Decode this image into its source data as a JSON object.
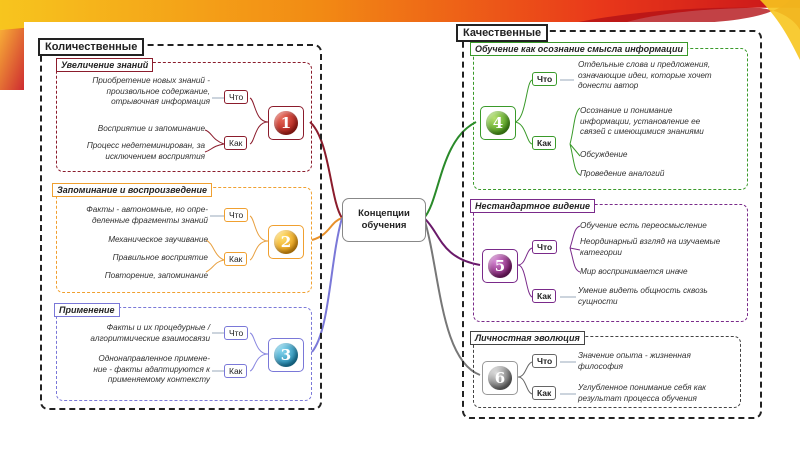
{
  "center": {
    "line1": "Концепции",
    "line2": "обучения"
  },
  "colors": {
    "banner_red": "#c8141a",
    "banner_orange": "#f07a10",
    "banner_yellow": "#f7c51e",
    "knowledge": "#8b1c2c",
    "memorize": "#f0a030",
    "apply": "#7a78d8",
    "meaning": "#3a9a2a",
    "vision": "#7a2a8a",
    "evolution": "#555555"
  },
  "quantitative": {
    "title": "Количественные",
    "groups": [
      {
        "title": "Увеличение знаний",
        "number": "1",
        "what_label": "Что",
        "how_label": "Как",
        "what": [
          "Приобретение новых знаний -",
          "произвольное содержание,",
          "отрывочная информация"
        ],
        "how": [
          [
            "Восприятие и запоминание"
          ],
          [
            "Процесс недетеминирован, за",
            "исключением восприятия"
          ]
        ]
      },
      {
        "title": "Запоминание и воспроизведение",
        "number": "2",
        "what_label": "Что",
        "how_label": "Как",
        "what": [
          "Факты - автономные, но опре-",
          "деленные фрагменты знаний"
        ],
        "how": [
          [
            "Механическое заучивание"
          ],
          [
            "Правильное восприятие"
          ],
          [
            "Повторение, запоминание"
          ]
        ]
      },
      {
        "title": "Применение",
        "number": "3",
        "what_label": "Что",
        "how_label": "Как",
        "what": [
          "Факты и их процедурные /",
          "алгоритмические взаимосвязи"
        ],
        "how": [
          [
            "Однонаправленное примене-",
            "ние - факты адаптируются к",
            "применяемому контексту"
          ]
        ]
      }
    ]
  },
  "qualitative": {
    "title": "Качественные",
    "groups": [
      {
        "title": "Обучение как осознание смысла информации",
        "number": "4",
        "what_label": "Что",
        "how_label": "Как",
        "what": [
          [
            "Отдельные слова и предложения,",
            "означающие идеи, которые хочет",
            "донести автор"
          ]
        ],
        "how": [
          [
            "Осознание и понимание",
            "информации, установление ее",
            "связей с имеющимися знаниями"
          ],
          [
            "Обсуждение"
          ],
          [
            "Проведение аналогий"
          ]
        ]
      },
      {
        "title": "Нестандартное видение",
        "number": "5",
        "what_label": "Что",
        "how_label": "Как",
        "what": [
          [
            "Обучение есть переосмысление"
          ],
          [
            "Неординарный взгляд на изучаемые",
            "категории"
          ],
          [
            "Мир воспринимается иначе"
          ]
        ],
        "how": [
          [
            "Умение видеть общность сквозь",
            "сущности"
          ]
        ]
      },
      {
        "title": "Личностная эволюция",
        "number": "6",
        "what_label": "Что",
        "how_label": "Как",
        "what": [
          [
            "Значение опыта - жизненная",
            "философия"
          ]
        ],
        "how": [
          [
            "Углубленное понимание себя как",
            "результат процесса обучения"
          ]
        ]
      }
    ]
  }
}
